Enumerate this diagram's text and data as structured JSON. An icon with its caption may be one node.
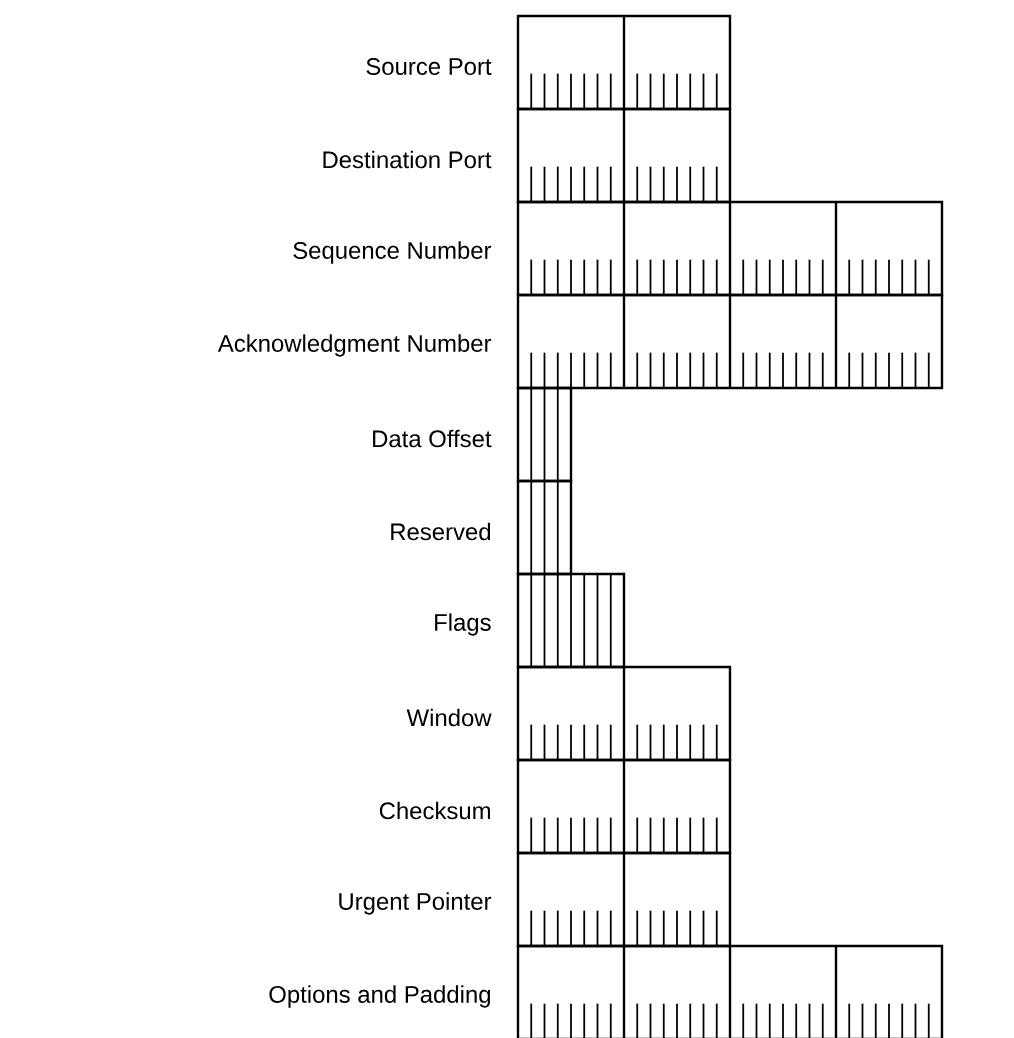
{
  "diagram": {
    "nodes": [
      {
        "text": [],
        "shape": "bar",
        "beside": [
          "Source Port"
        ]
      },
      {
        "text": [],
        "shape": "bar",
        "beside": [
          "Destination Port"
        ]
      },
      {
        "text": [],
        "shape": "bar",
        "beside": [
          "Sequence Number"
        ]
      },
      {
        "text": [],
        "shape": "bar",
        "beside": [
          "Acknowledgment Number"
        ]
      },
      {
        "text": [],
        "shape": "bar",
        "beside": [
          "Data Offset"
        ]
      },
      {
        "text": [],
        "shape": "bar",
        "beside": [
          "Reserved"
        ]
      },
      {
        "text": [],
        "shape": "bar",
        "beside": [
          "Flags"
        ]
      },
      {
        "text": [],
        "shape": "bar",
        "beside": [
          "Window"
        ]
      },
      {
        "text": [],
        "shape": "bar",
        "beside": [
          "Checksum"
        ]
      },
      {
        "text": [],
        "shape": "bar",
        "beside": [
          "Urgent Pointer"
        ]
      },
      {
        "text": [],
        "shape": "bar",
        "beside": [
          "Options and Padding"
        ]
      }
    ]
  }
}
